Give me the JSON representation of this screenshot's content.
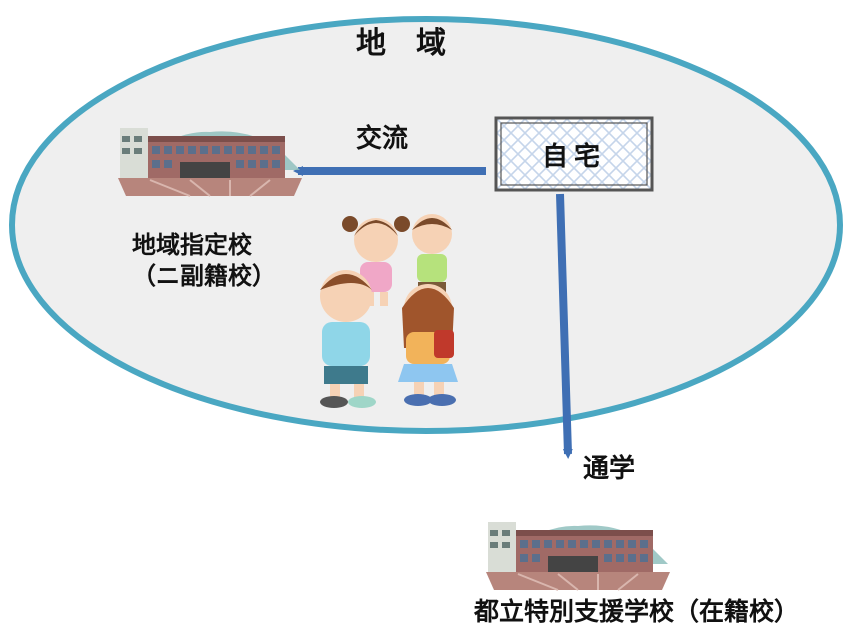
{
  "diagram": {
    "region_label": "地域",
    "home_label": "自宅",
    "exchange_label": "交流",
    "commute_label": "通学",
    "local_school": {
      "name": "地域指定校",
      "sub": "（ニ副籍校）"
    },
    "special_school": {
      "name": "都立特別支援学校（在籍校）"
    }
  },
  "colors": {
    "region_fill": "#efefef",
    "region_stroke": "#4aa7c2",
    "arrow": "#3f6fb4",
    "home_border": "#555555",
    "home_hatch": "#c5d5ea",
    "building_wall": "#a06a66",
    "building_roof": "#8fbfbd",
    "plaza": "#b7857c"
  },
  "icons": [
    "school-building-icon",
    "children-group-illustration"
  ]
}
